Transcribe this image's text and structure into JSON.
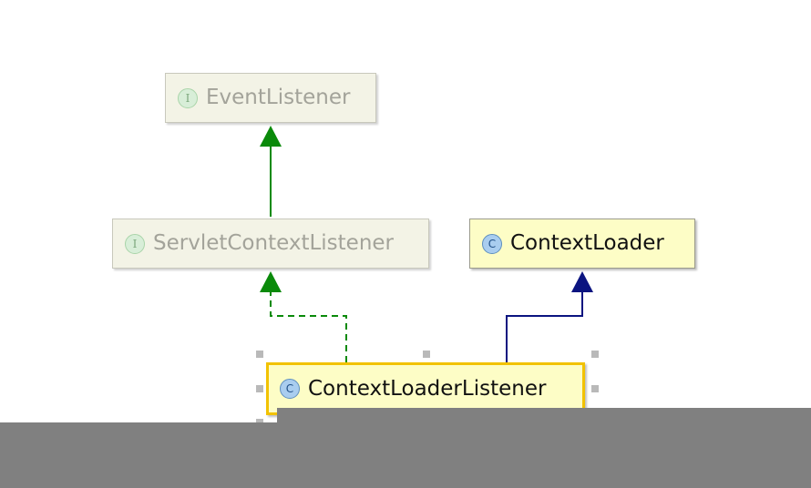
{
  "diagram": {
    "nodes": [
      {
        "id": "event-listener",
        "kind": "interface",
        "badge": "I",
        "label": "EventListener"
      },
      {
        "id": "servlet-context-listener",
        "kind": "interface",
        "badge": "I",
        "label": "ServletContextListener"
      },
      {
        "id": "context-loader",
        "kind": "class",
        "badge": "C",
        "label": "ContextLoader"
      },
      {
        "id": "context-loader-listener",
        "kind": "class",
        "badge": "C",
        "label": "ContextLoaderListener",
        "selected": true
      }
    ],
    "edges": [
      {
        "from": "servlet-context-listener",
        "to": "event-listener",
        "relation": "extends",
        "style": "solid",
        "color": "#0a8a0a"
      },
      {
        "from": "context-loader-listener",
        "to": "servlet-context-listener",
        "relation": "implements",
        "style": "dashed",
        "color": "#0a8a0a"
      },
      {
        "from": "context-loader-listener",
        "to": "context-loader",
        "relation": "extends",
        "style": "solid",
        "color": "#0b1480"
      }
    ]
  },
  "colors": {
    "interface_arrow": "#0a8a0a",
    "class_arrow": "#0b1480",
    "selection_border": "#f2c200",
    "overlay": "#808080"
  }
}
